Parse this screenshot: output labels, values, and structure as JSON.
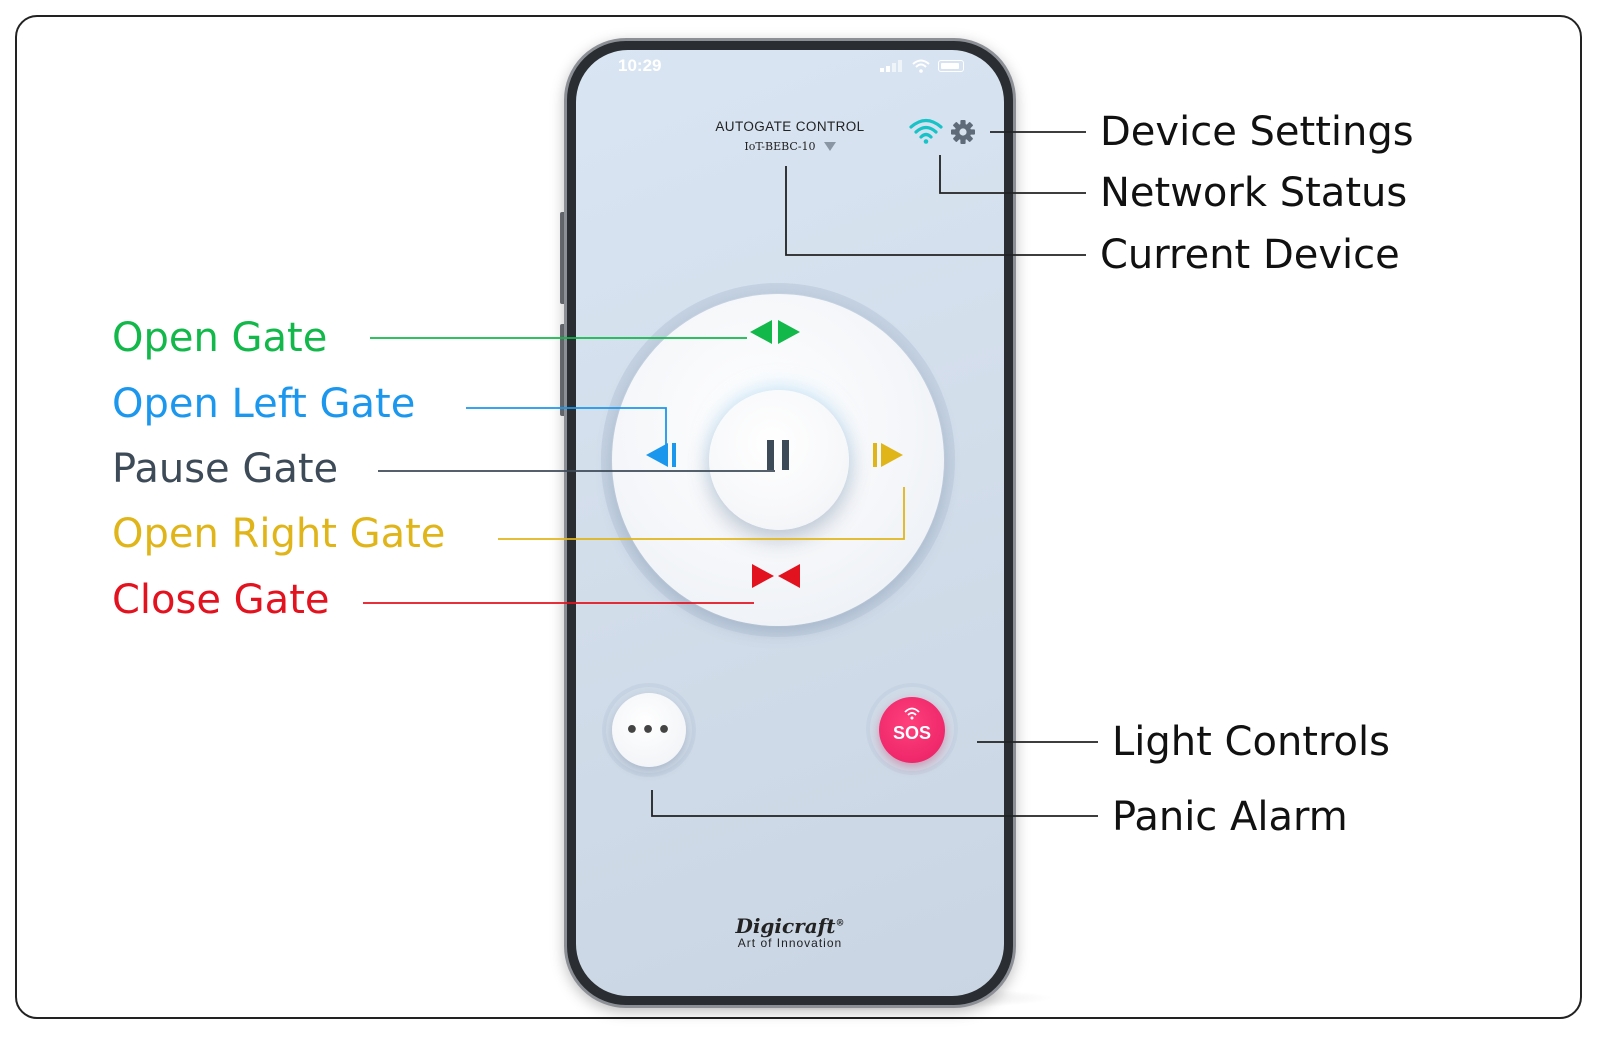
{
  "phone": {
    "status_time": "10:29",
    "app_title": "AUTOGATE CONTROL",
    "device_name": "IoT-BEBC-10",
    "more_button_glyph": "•••",
    "sos_label": "SOS",
    "brand_name": "Digicraft",
    "brand_registered": "®",
    "brand_tagline": "Art of Innovation"
  },
  "icons": {
    "wifi": "wifi-icon",
    "settings": "gear-icon",
    "device_dropdown": "chevron-down-icon",
    "open_gate": "open-gate-icon",
    "open_left_gate": "open-left-gate-icon",
    "pause": "pause-icon",
    "open_right_gate": "open-right-gate-icon",
    "close_gate": "close-gate-icon"
  },
  "callouts": {
    "device_settings": "Device Settings",
    "network_status": "Network Status",
    "current_device": "Current Device",
    "open_gate": "Open Gate",
    "open_left_gate": "Open Left Gate",
    "pause_gate": "Pause Gate",
    "open_right_gate": "Open Right Gate",
    "close_gate": "Close Gate",
    "light_controls": "Light Controls",
    "panic_alarm": "Panic Alarm"
  },
  "colors": {
    "open": "#12b84a",
    "open_left": "#1c97ee",
    "pause": "#3d4a57",
    "open_right": "#e0b51a",
    "close": "#e3121f",
    "wifi": "#16c4c8",
    "sos": "#e81e63",
    "label_dark": "#111111"
  }
}
